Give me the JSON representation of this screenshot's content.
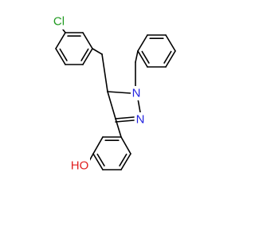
{
  "molecule": {
    "atoms": [
      {
        "id": "Cl",
        "label": "Cl",
        "color": "#1f9a1f"
      },
      {
        "id": "N1",
        "label": "N",
        "color": "#2323e0"
      },
      {
        "id": "N2",
        "label": "N",
        "color": "#2323e0"
      },
      {
        "id": "OH",
        "label": "HO",
        "color": "#e01e1e"
      }
    ],
    "colors": {
      "bond": "#000000",
      "background": "#ffffff"
    }
  }
}
